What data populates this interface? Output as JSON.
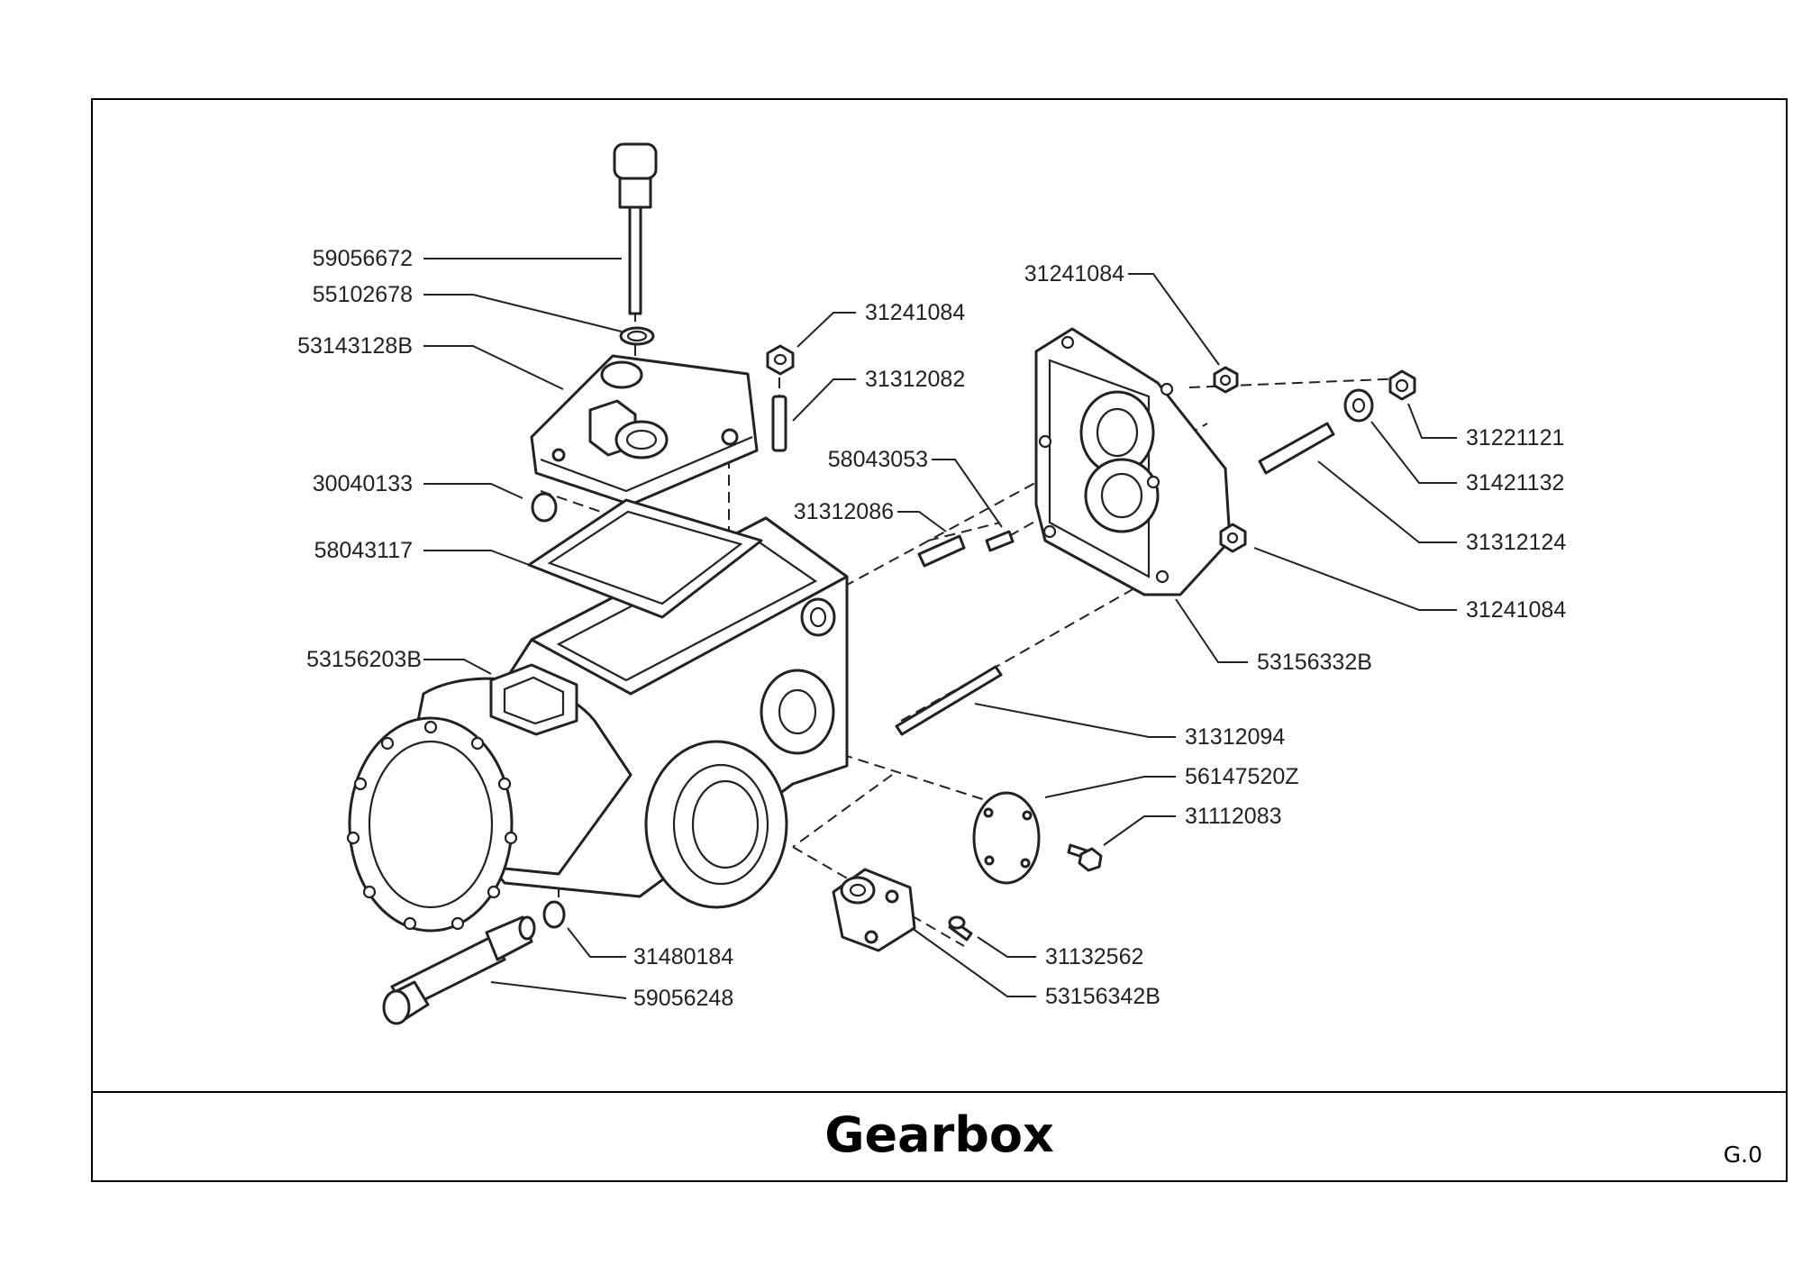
{
  "title": "Gearbox",
  "page_code": "G.0",
  "parts": [
    {
      "id": "part-59056672",
      "number": "59056672",
      "component": "dipstick-plug"
    },
    {
      "id": "part-55102678",
      "number": "55102678",
      "component": "o-ring"
    },
    {
      "id": "part-53143128B",
      "number": "53143128B",
      "component": "top-cover"
    },
    {
      "id": "part-30040133",
      "number": "30040133",
      "component": "o-ring"
    },
    {
      "id": "part-58043117",
      "number": "58043117",
      "component": "cover-gasket"
    },
    {
      "id": "part-53156203B",
      "number": "53156203B",
      "component": "gearbox-housing"
    },
    {
      "id": "part-31480184",
      "number": "31480184",
      "component": "seal-washer"
    },
    {
      "id": "part-59056248",
      "number": "59056248",
      "component": "hose-fitting"
    },
    {
      "id": "part-31241084-a",
      "number": "31241084",
      "component": "flange-nut"
    },
    {
      "id": "part-31312082",
      "number": "31312082",
      "component": "stud"
    },
    {
      "id": "part-58043053",
      "number": "58043053",
      "component": "dowel-pin"
    },
    {
      "id": "part-31312086",
      "number": "31312086",
      "component": "stud"
    },
    {
      "id": "part-31241084-b",
      "number": "31241084",
      "component": "flange-nut"
    },
    {
      "id": "part-31221121",
      "number": "31221121",
      "component": "nut"
    },
    {
      "id": "part-31421132",
      "number": "31421132",
      "component": "washer"
    },
    {
      "id": "part-31312124",
      "number": "31312124",
      "component": "stud"
    },
    {
      "id": "part-31241084-c",
      "number": "31241084",
      "component": "flange-nut"
    },
    {
      "id": "part-53156332B",
      "number": "53156332B",
      "component": "side-cover"
    },
    {
      "id": "part-31312094",
      "number": "31312094",
      "component": "long-stud"
    },
    {
      "id": "part-56147520Z",
      "number": "56147520Z",
      "component": "cover-plate"
    },
    {
      "id": "part-31112083",
      "number": "31112083",
      "component": "screw"
    },
    {
      "id": "part-31132562",
      "number": "31132562",
      "component": "screw"
    },
    {
      "id": "part-53156342B",
      "number": "53156342B",
      "component": "bearing-cap"
    }
  ]
}
